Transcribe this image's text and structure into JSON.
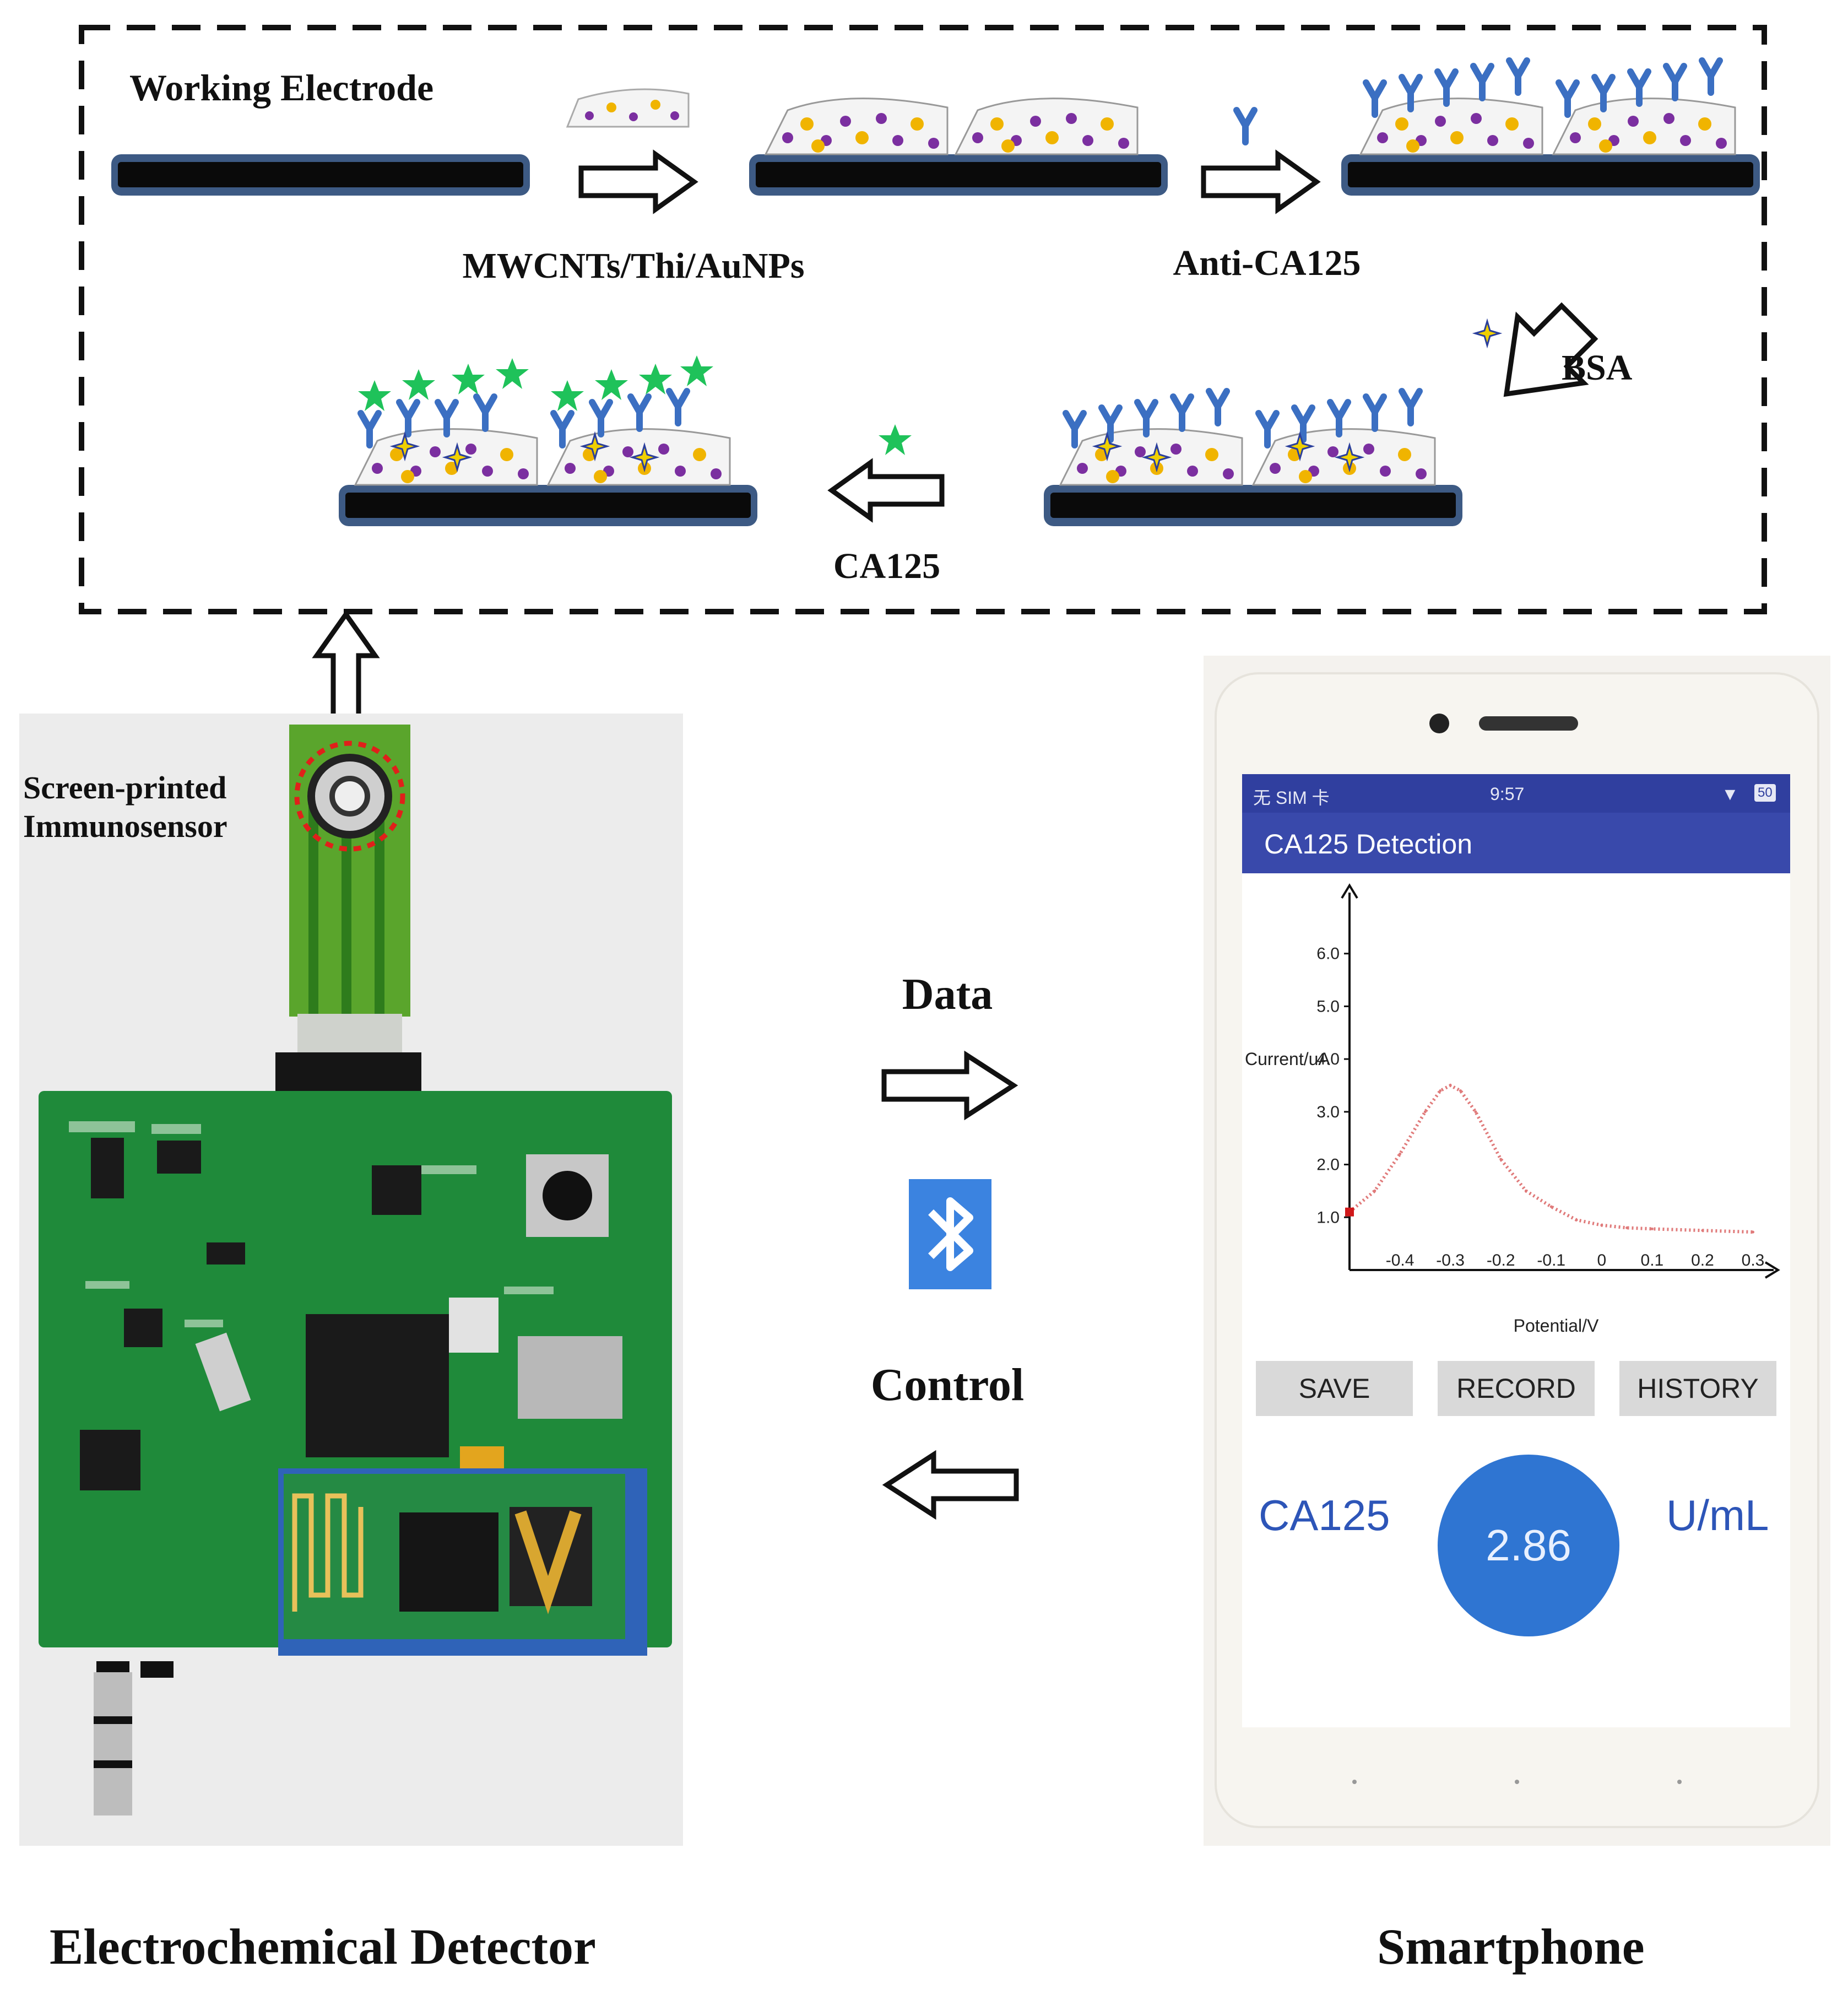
{
  "scheme": {
    "working_electrode": "Working Electrode",
    "step1": "MWCNTs/Thi/AuNPs",
    "step2": "Anti-CA125",
    "step3": "BSA",
    "step4": "CA125"
  },
  "detector": {
    "sensor_label_line1": "Screen-printed",
    "sensor_label_line2": "Immunosensor",
    "caption": "Electrochemical Detector"
  },
  "link": {
    "data_label": "Data",
    "control_label": "Control",
    "icon": "bluetooth-icon"
  },
  "phone": {
    "caption": "Smartphone",
    "status_left": "无 SIM 卡",
    "status_time": "9:57",
    "battery": "50",
    "app_title": "CA125 Detection",
    "buttons": [
      "SAVE",
      "RECORD",
      "HISTORY"
    ],
    "analyte": "CA125",
    "value": "2.86",
    "unit": "U/mL"
  },
  "chart_data": {
    "type": "line",
    "xlabel": "Potential/V",
    "ylabel": "Current/uA",
    "x_ticks": [
      "-0.4",
      "-0.3",
      "-0.2",
      "-0.1",
      "0",
      "0.1",
      "0.2",
      "0.3"
    ],
    "y_ticks": [
      "1.0",
      "2.0",
      "3.0",
      "4.0",
      "5.0",
      "6.0"
    ],
    "xlim": [
      -0.5,
      0.33
    ],
    "ylim": [
      0,
      7
    ],
    "series": [
      {
        "x": [
          -0.5,
          -0.45,
          -0.4,
          -0.35,
          -0.32,
          -0.3,
          -0.28,
          -0.25,
          -0.2,
          -0.15,
          -0.1,
          -0.05,
          0,
          0.05,
          0.1,
          0.2,
          0.3
        ],
        "y": [
          1.1,
          1.5,
          2.2,
          3.0,
          3.4,
          3.5,
          3.4,
          3.0,
          2.1,
          1.5,
          1.2,
          0.95,
          0.85,
          0.8,
          0.78,
          0.75,
          0.72
        ]
      }
    ]
  },
  "colors": {
    "pcb_green": "#1f8a3a",
    "sensor_strip": "#5aa52c",
    "phone_bar": "#3949ab",
    "value_circle": "#2f75d2",
    "bluetooth_bg": "#3b83e0",
    "electrode_border": "#3d5a84"
  }
}
